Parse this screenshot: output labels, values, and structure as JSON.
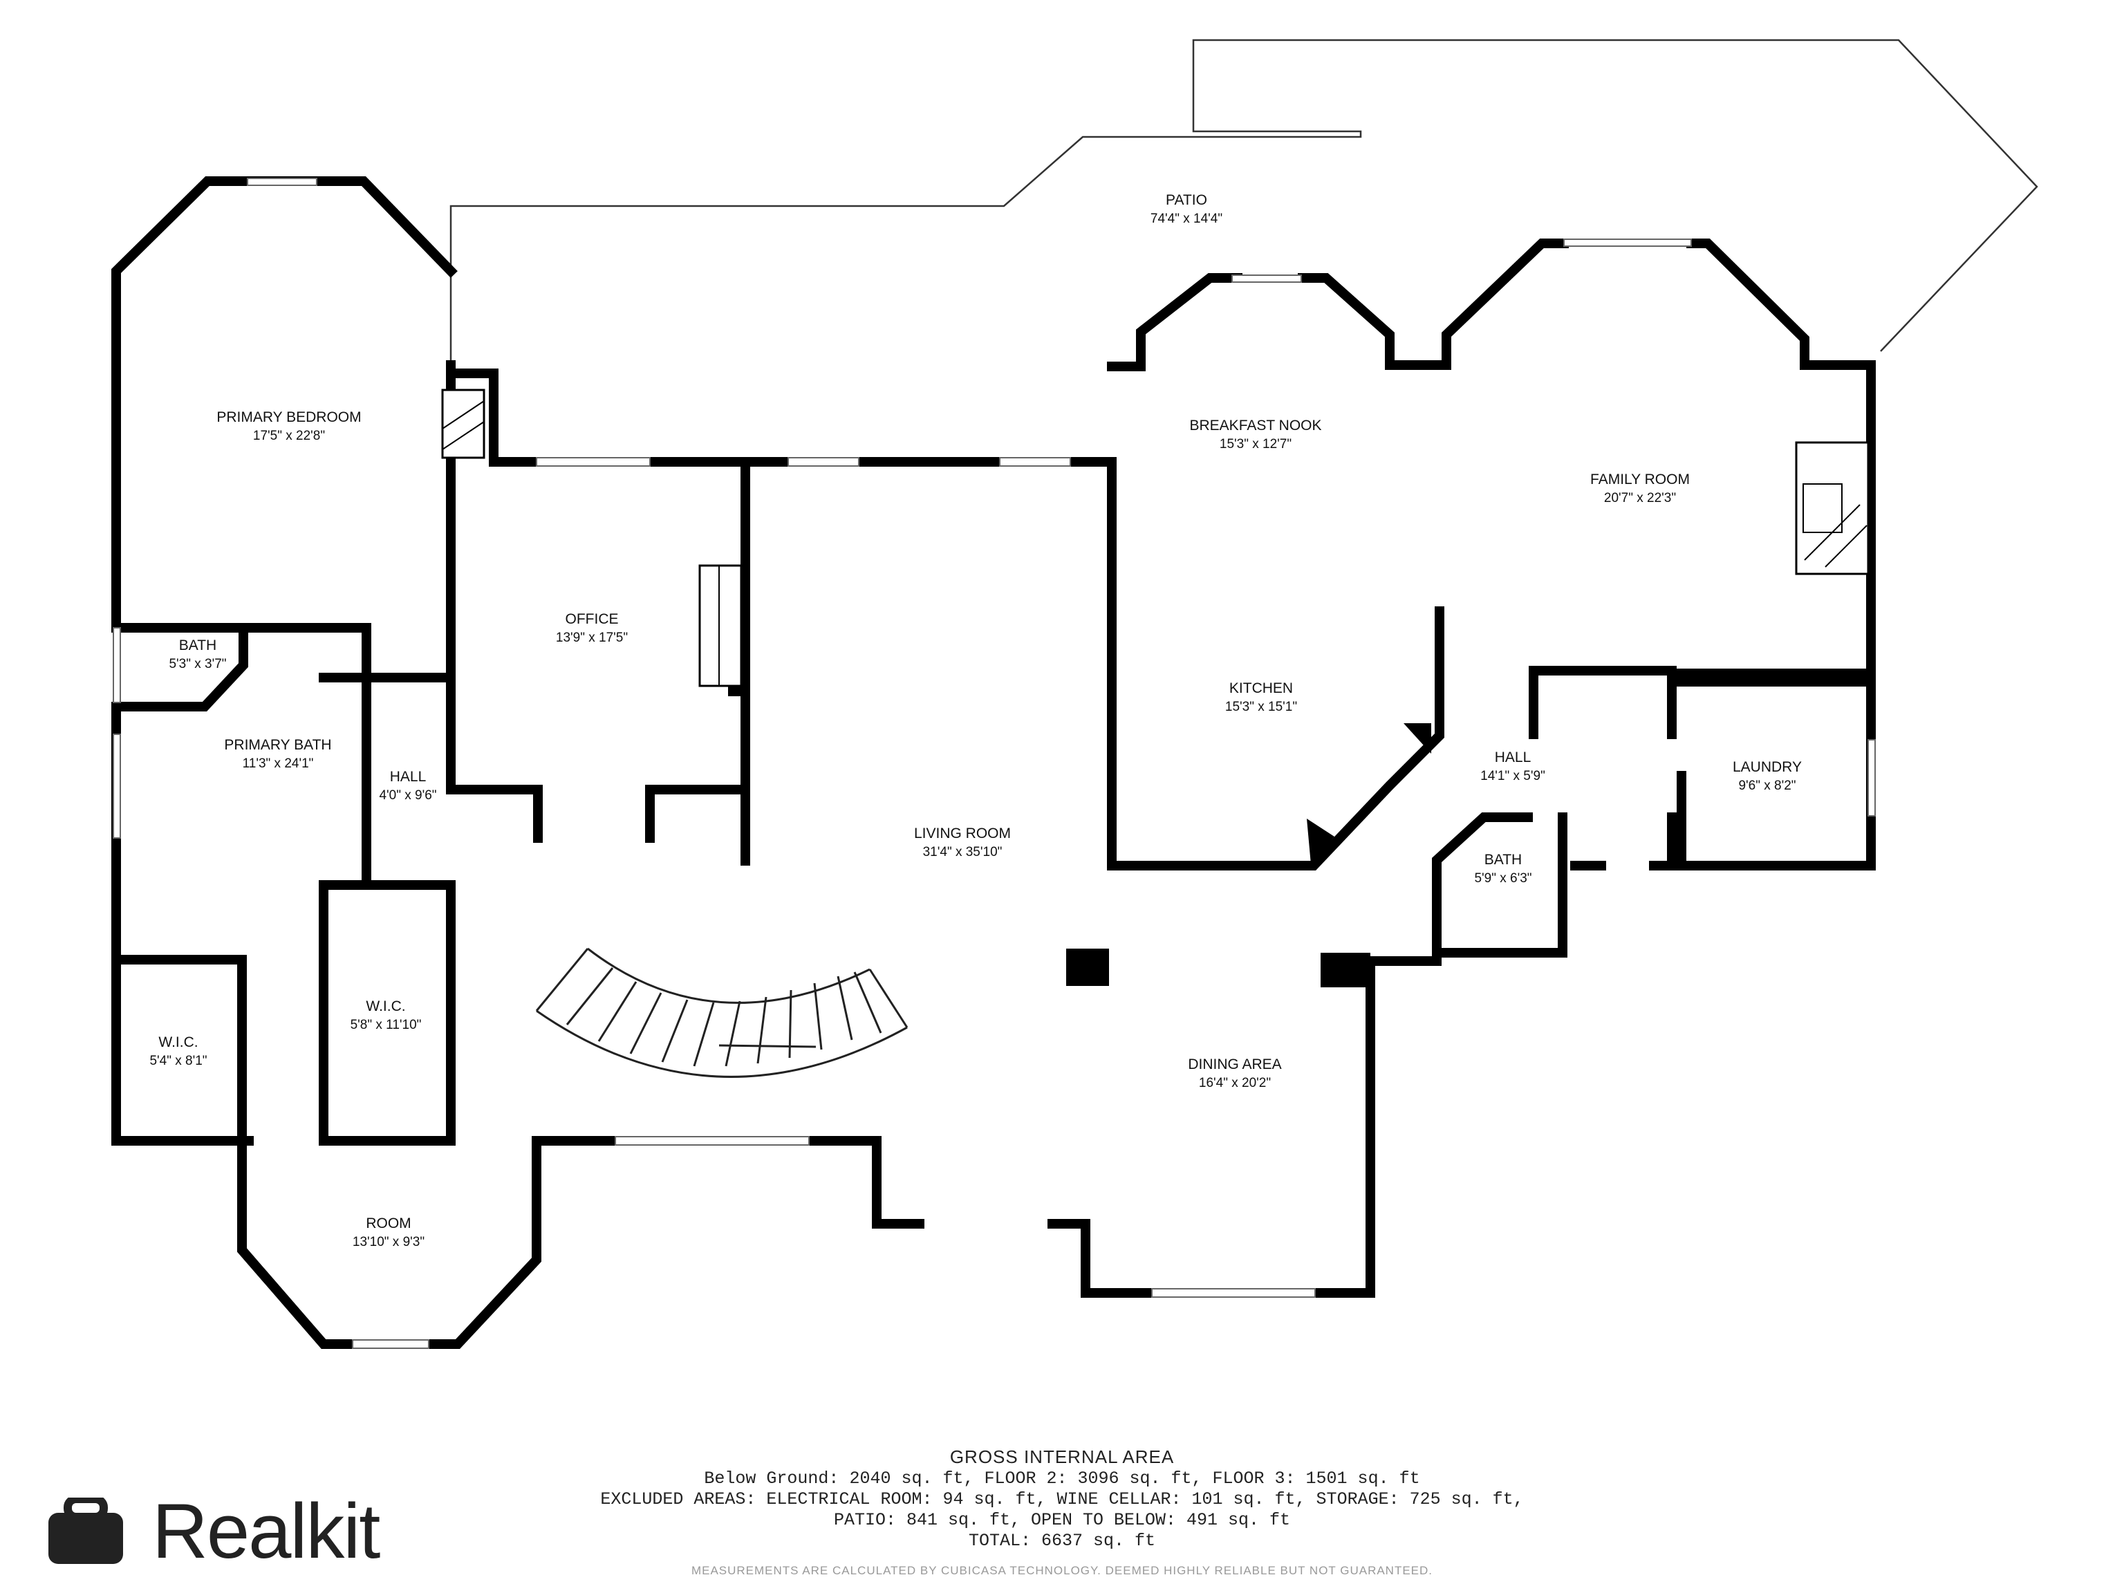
{
  "rooms": [
    {
      "name": "PATIO",
      "dims": "74'4\" x 14'4\""
    },
    {
      "name": "PRIMARY BEDROOM",
      "dims": "17'5\" x 22'8\""
    },
    {
      "name": "BREAKFAST NOOK",
      "dims": "15'3\" x 12'7\""
    },
    {
      "name": "FAMILY ROOM",
      "dims": "20'7\" x 22'3\""
    },
    {
      "name": "OFFICE",
      "dims": "13'9\" x 17'5\""
    },
    {
      "name": "BATH",
      "dims": "5'3\" x 3'7\""
    },
    {
      "name": "KITCHEN",
      "dims": "15'3\" x 15'1\""
    },
    {
      "name": "PRIMARY BATH",
      "dims": "11'3\" x 24'1\""
    },
    {
      "name": "HALL",
      "dims": "4'0\" x 9'6\""
    },
    {
      "name": "HALL",
      "dims": "14'1\" x 5'9\""
    },
    {
      "name": "LAUNDRY",
      "dims": "9'6\" x 8'2\""
    },
    {
      "name": "LIVING ROOM",
      "dims": "31'4\" x 35'10\""
    },
    {
      "name": "BATH",
      "dims": "5'9\" x 6'3\""
    },
    {
      "name": "W.I.C.",
      "dims": "5'8\" x 11'10\""
    },
    {
      "name": "W.I.C.",
      "dims": "5'4\" x 8'1\""
    },
    {
      "name": "DINING AREA",
      "dims": "16'4\" x 20'2\""
    },
    {
      "name": "ROOM",
      "dims": "13'10\" x 9'3\""
    }
  ],
  "area": {
    "title": "GROSS INTERNAL AREA",
    "lines": [
      "Below Ground: 2040 sq. ft, FLOOR 2: 3096 sq. ft, FLOOR 3: 1501 sq. ft",
      "EXCLUDED AREAS: ELECTRICAL ROOM: 94 sq. ft, WINE CELLAR: 101 sq. ft, STORAGE: 725 sq. ft,",
      "PATIO: 841 sq. ft, OPEN TO BELOW: 491 sq. ft",
      "TOTAL: 6637 sq. ft"
    ],
    "disclaimer": "MEASUREMENTS ARE CALCULATED BY CUBICASA TECHNOLOGY. DEEMED HIGHLY RELIABLE BUT NOT GUARANTEED."
  },
  "brand": {
    "name": "Realkit",
    "icon": "briefcase-icon",
    "color": "#222222"
  }
}
